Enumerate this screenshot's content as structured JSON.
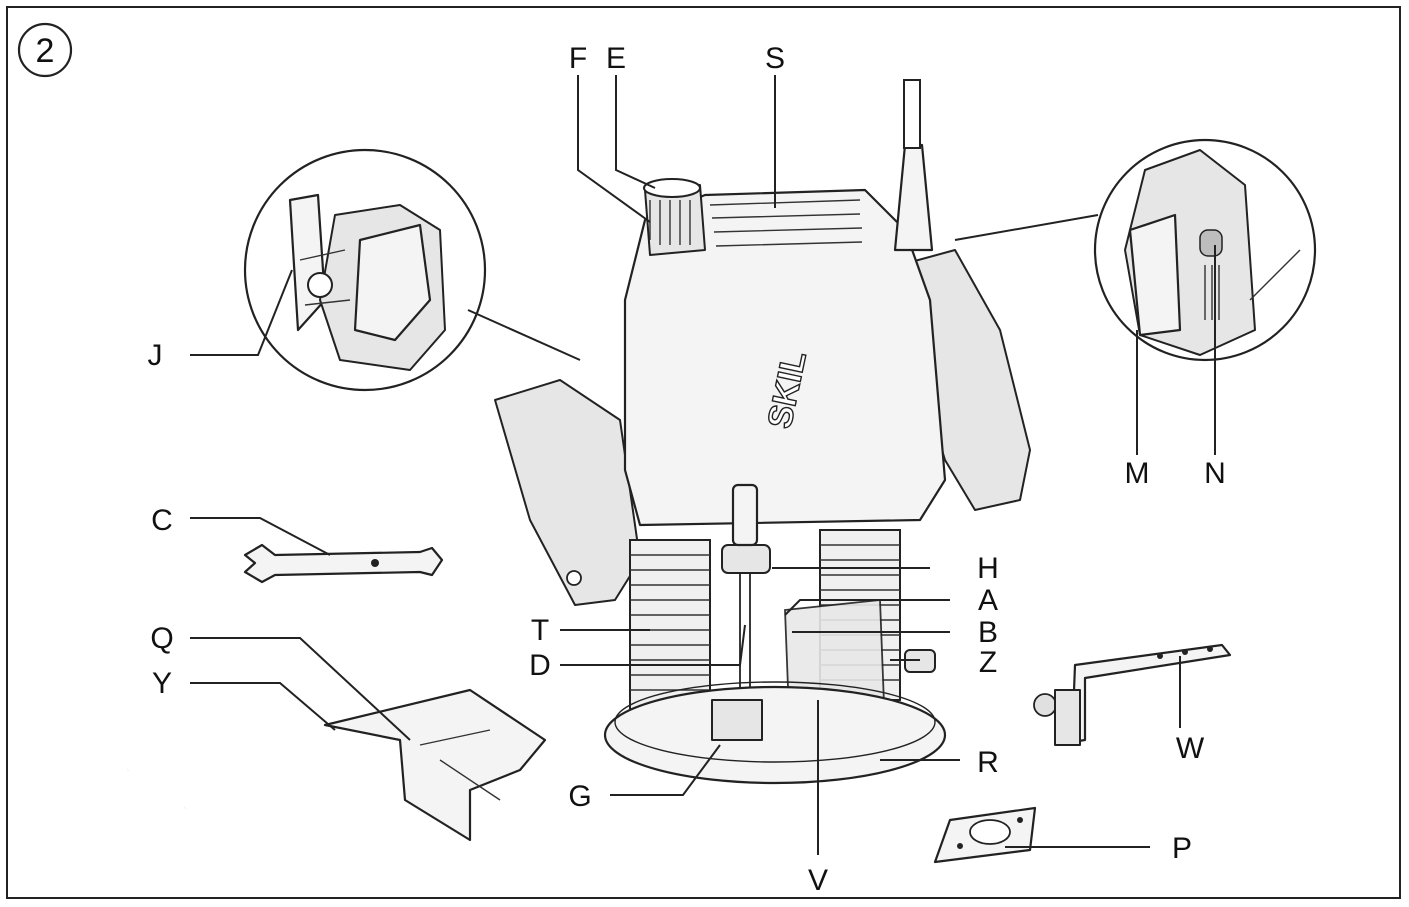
{
  "figure_number": "2",
  "brand_text": "SKIL",
  "labels": {
    "F": "F",
    "E": "E",
    "S": "S",
    "J": "J",
    "M": "M",
    "N": "N",
    "C": "C",
    "H": "H",
    "A": "A",
    "B": "B",
    "T": "T",
    "Z": "Z",
    "D": "D",
    "Q": "Q",
    "Y": "Y",
    "W": "W",
    "G": "G",
    "R": "R",
    "V": "V",
    "P": "P"
  }
}
